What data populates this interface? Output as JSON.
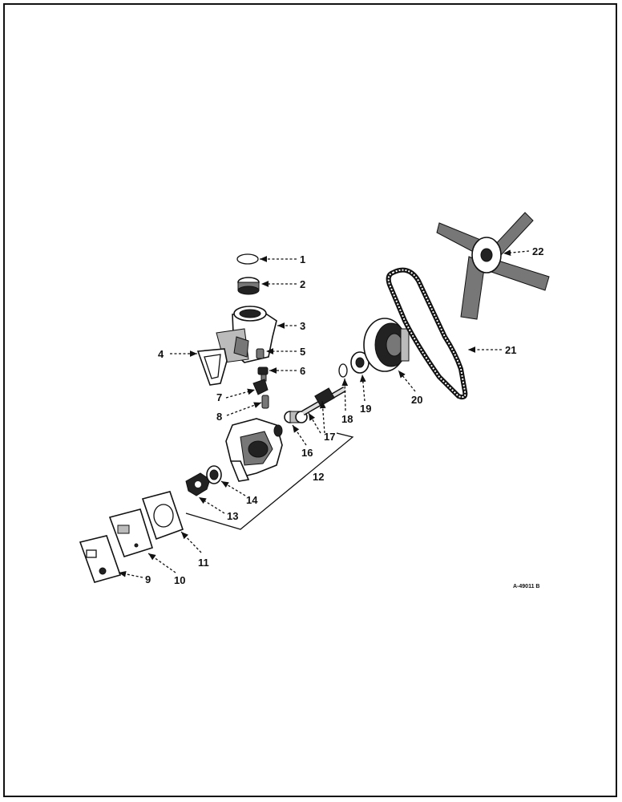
{
  "diagram": {
    "callouts": [
      "1",
      "2",
      "3",
      "4",
      "5",
      "6",
      "7",
      "8",
      "9",
      "10",
      "11",
      "12",
      "13",
      "14",
      "16",
      "17",
      "18",
      "19",
      "20",
      "21",
      "22"
    ],
    "drawing_code": "A-49011 B"
  }
}
